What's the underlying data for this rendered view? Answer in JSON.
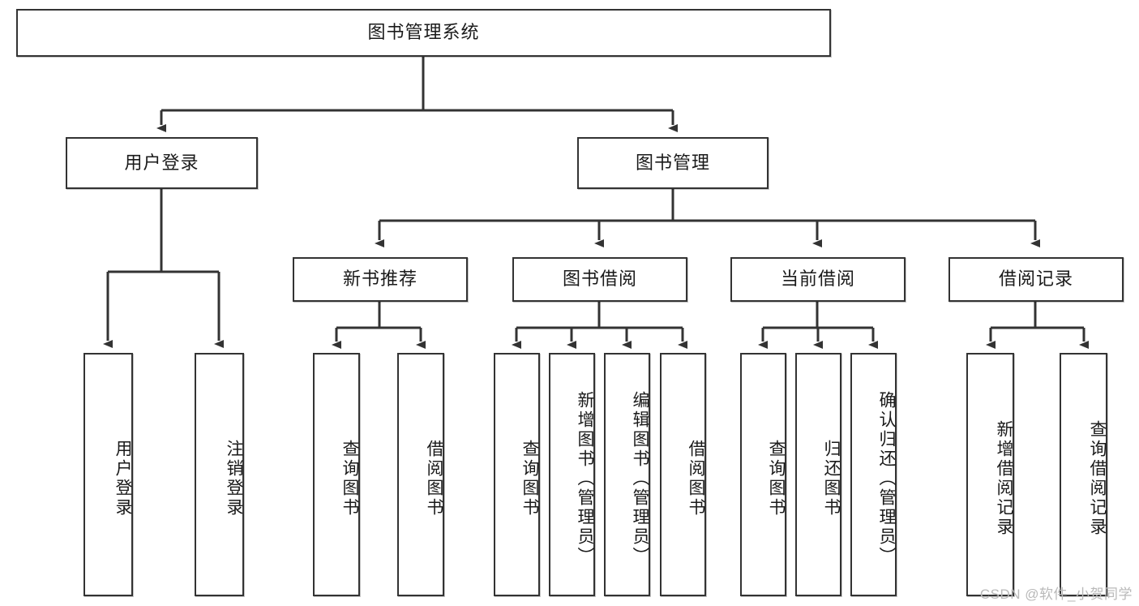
{
  "diagram": {
    "type": "tree",
    "title": "图书管理系统",
    "watermark": "CSDN @软件_小贺同学",
    "colors": {
      "box_stroke": "#333333",
      "box_fill": "#ffffff",
      "edge": "#333333",
      "text": "#1a1a1a",
      "watermark": "#b9b9b9",
      "background": "#ffffff"
    },
    "nodes": {
      "root": {
        "label": "图书管理系统",
        "level": 0,
        "orientation": "horizontal"
      },
      "login": {
        "label": "用户登录",
        "level": 1,
        "orientation": "horizontal"
      },
      "bookmgmt": {
        "label": "图书管理",
        "level": 1,
        "orientation": "horizontal"
      },
      "newbook": {
        "label": "新书推荐",
        "level": 2,
        "orientation": "horizontal"
      },
      "borrow": {
        "label": "图书借阅",
        "level": 2,
        "orientation": "horizontal"
      },
      "current": {
        "label": "当前借阅",
        "level": 2,
        "orientation": "horizontal"
      },
      "records": {
        "label": "借阅记录",
        "level": 2,
        "orientation": "horizontal"
      },
      "leaf_user_login": {
        "label": "用户登录",
        "level": 2,
        "orientation": "vertical"
      },
      "leaf_user_logout": {
        "label": "注销登录",
        "level": 2,
        "orientation": "vertical"
      },
      "leaf_new_query": {
        "label": "查询图书",
        "level": 3,
        "orientation": "vertical"
      },
      "leaf_new_borrow": {
        "label": "借阅图书",
        "level": 3,
        "orientation": "vertical"
      },
      "leaf_b_query": {
        "label": "查询图书",
        "level": 3,
        "orientation": "vertical"
      },
      "leaf_b_add": {
        "label": "新增图书（管理员）",
        "level": 3,
        "orientation": "vertical"
      },
      "leaf_b_edit": {
        "label": "编辑图书（管理员）",
        "level": 3,
        "orientation": "vertical"
      },
      "leaf_b_borrow": {
        "label": "借阅图书",
        "level": 3,
        "orientation": "vertical"
      },
      "leaf_c_query": {
        "label": "查询图书",
        "level": 3,
        "orientation": "vertical"
      },
      "leaf_c_return": {
        "label": "归还图书",
        "level": 3,
        "orientation": "vertical"
      },
      "leaf_c_confirm": {
        "label": "确认归还（管理员）",
        "level": 3,
        "orientation": "vertical"
      },
      "leaf_r_add": {
        "label": "新增借阅记录",
        "level": 3,
        "orientation": "vertical"
      },
      "leaf_r_query": {
        "label": "查询借阅记录",
        "level": 3,
        "orientation": "vertical"
      }
    },
    "edges": [
      {
        "from": "root",
        "to": "login"
      },
      {
        "from": "root",
        "to": "bookmgmt"
      },
      {
        "from": "login",
        "to": "leaf_user_login"
      },
      {
        "from": "login",
        "to": "leaf_user_logout"
      },
      {
        "from": "bookmgmt",
        "to": "newbook"
      },
      {
        "from": "bookmgmt",
        "to": "borrow"
      },
      {
        "from": "bookmgmt",
        "to": "current"
      },
      {
        "from": "bookmgmt",
        "to": "records"
      },
      {
        "from": "newbook",
        "to": "leaf_new_query"
      },
      {
        "from": "newbook",
        "to": "leaf_new_borrow"
      },
      {
        "from": "borrow",
        "to": "leaf_b_query"
      },
      {
        "from": "borrow",
        "to": "leaf_b_add"
      },
      {
        "from": "borrow",
        "to": "leaf_b_edit"
      },
      {
        "from": "borrow",
        "to": "leaf_b_borrow"
      },
      {
        "from": "current",
        "to": "leaf_c_query"
      },
      {
        "from": "current",
        "to": "leaf_c_return"
      },
      {
        "from": "current",
        "to": "leaf_c_confirm"
      },
      {
        "from": "records",
        "to": "leaf_r_add"
      },
      {
        "from": "records",
        "to": "leaf_r_query"
      }
    ]
  }
}
